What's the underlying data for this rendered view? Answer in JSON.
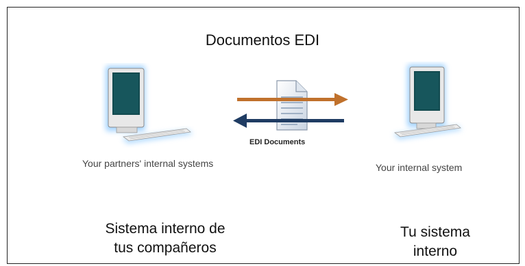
{
  "diagram": {
    "title": "Documentos EDI",
    "center_label": "EDI Documents",
    "left": {
      "caption_en": "Your partners' internal systems",
      "caption_es_line1": "Sistema interno de",
      "caption_es_line2": "tus compañeros"
    },
    "right": {
      "caption_en": "Your internal system",
      "caption_es_line1": "Tu sistema",
      "caption_es_line2": "interno"
    },
    "icons": {
      "left_computer": "computer-icon",
      "right_computer": "computer-icon",
      "document": "document-icon"
    },
    "colors": {
      "arrow_right": "#c0712c",
      "arrow_left": "#1f3c63",
      "screen": "#124a4f",
      "glow": "#9dd0ff"
    }
  }
}
